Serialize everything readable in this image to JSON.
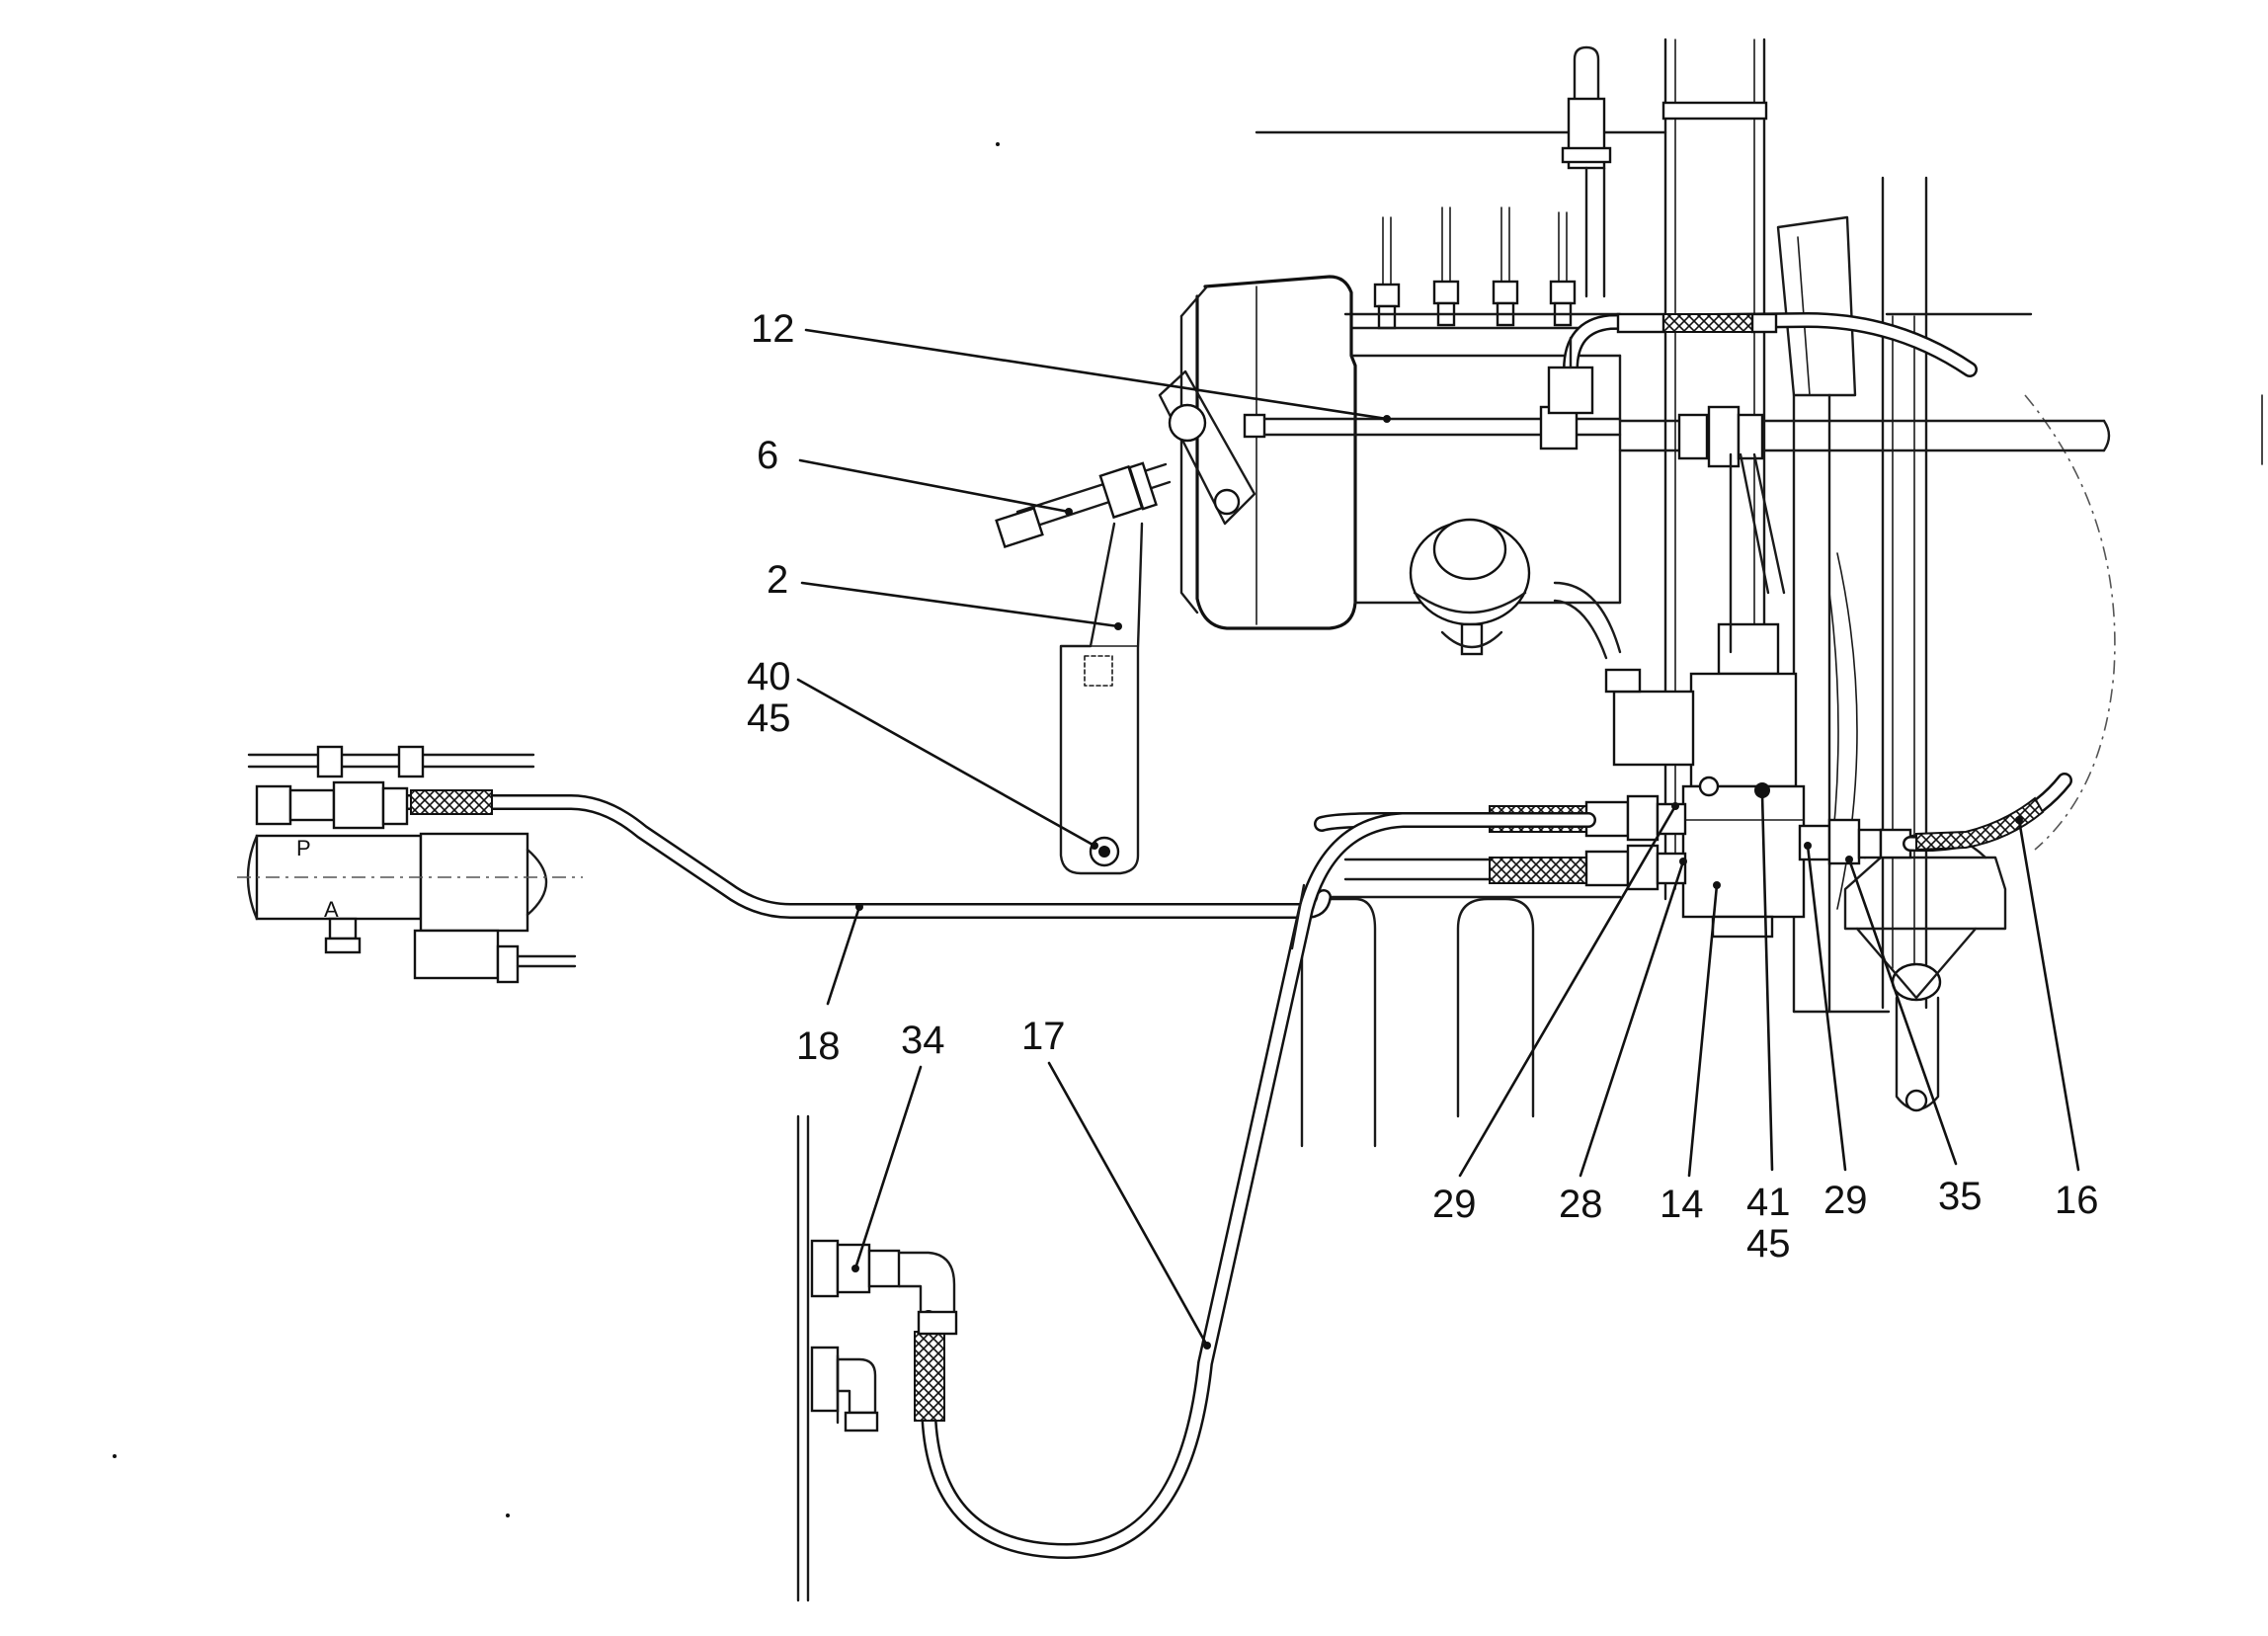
{
  "diagram": {
    "callouts": {
      "c12": "12",
      "c6": "6",
      "c2": "2",
      "c40_45_a": "40",
      "c40_45_b": "45",
      "c18": "18",
      "c34": "34",
      "c17": "17",
      "c29_left": "29",
      "c28": "28",
      "c14": "14",
      "c41_45_a": "41",
      "c41_45_b": "45",
      "c29_right": "29",
      "c35": "35",
      "c16": "16"
    },
    "valve_port_labels": {
      "port_p": "P",
      "port_a": "A"
    }
  }
}
